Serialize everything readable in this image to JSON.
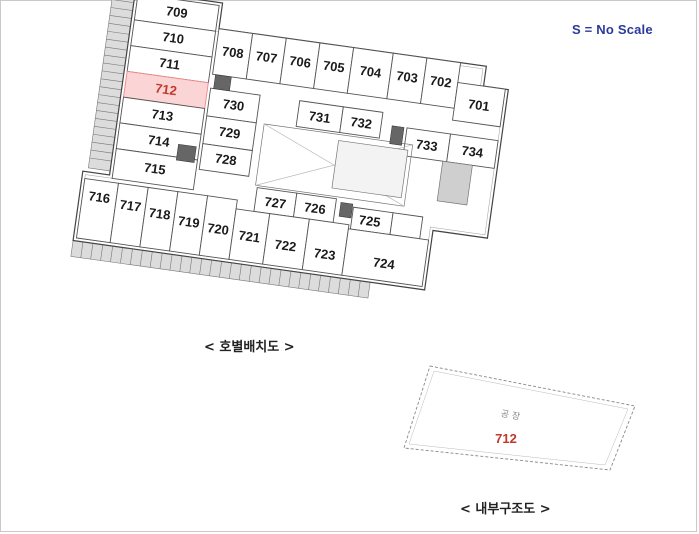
{
  "scale_note": "S = No Scale",
  "floor_plan": {
    "caption": "< 호별배치도 >",
    "highlighted_room": "712",
    "rooms": [
      {
        "id": "709",
        "label": "709"
      },
      {
        "id": "710",
        "label": "710"
      },
      {
        "id": "711",
        "label": "711"
      },
      {
        "id": "712",
        "label": "712"
      },
      {
        "id": "713",
        "label": "713"
      },
      {
        "id": "714",
        "label": "714"
      },
      {
        "id": "715",
        "label": "715"
      },
      {
        "id": "708",
        "label": "708"
      },
      {
        "id": "707",
        "label": "707"
      },
      {
        "id": "706",
        "label": "706"
      },
      {
        "id": "705",
        "label": "705"
      },
      {
        "id": "704",
        "label": "704"
      },
      {
        "id": "703",
        "label": "703"
      },
      {
        "id": "702",
        "label": "702"
      },
      {
        "id": "701",
        "label": "701"
      },
      {
        "id": "730",
        "label": "730"
      },
      {
        "id": "729",
        "label": "729"
      },
      {
        "id": "728",
        "label": "728"
      },
      {
        "id": "731",
        "label": "731"
      },
      {
        "id": "732",
        "label": "732"
      },
      {
        "id": "733",
        "label": "733"
      },
      {
        "id": "734",
        "label": "734"
      },
      {
        "id": "727",
        "label": "727"
      },
      {
        "id": "726",
        "label": "726"
      },
      {
        "id": "725",
        "label": "725"
      },
      {
        "id": "716",
        "label": "716"
      },
      {
        "id": "717",
        "label": "717"
      },
      {
        "id": "718",
        "label": "718"
      },
      {
        "id": "719",
        "label": "719"
      },
      {
        "id": "720",
        "label": "720"
      },
      {
        "id": "721",
        "label": "721"
      },
      {
        "id": "722",
        "label": "722"
      },
      {
        "id": "723",
        "label": "723"
      },
      {
        "id": "724",
        "label": "724"
      }
    ]
  },
  "detail_plan": {
    "caption": "< 내부구조도 >",
    "room_type": "공 장",
    "room_number": "712"
  },
  "colors": {
    "highlight_fill": "#fbd5d5",
    "highlight_text": "#c0392b",
    "scale_text": "#2b3a9a"
  }
}
